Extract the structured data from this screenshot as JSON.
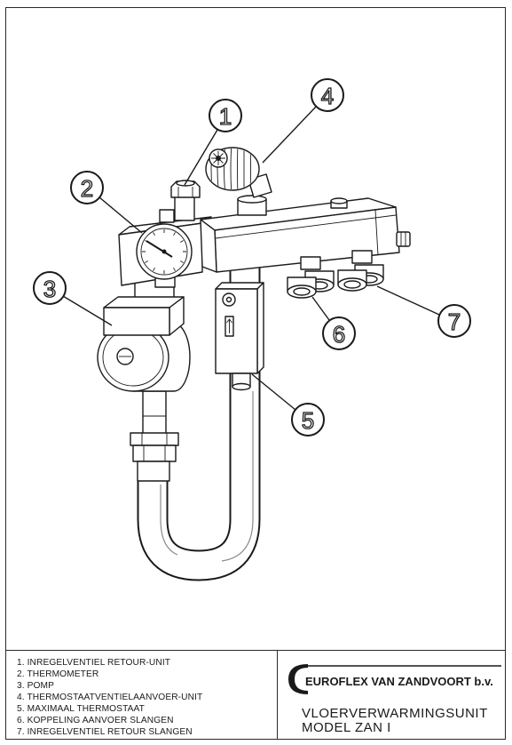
{
  "callouts": [
    {
      "label": "1"
    },
    {
      "label": "2"
    },
    {
      "label": "3"
    },
    {
      "label": "4"
    },
    {
      "label": "5"
    },
    {
      "label": "6"
    },
    {
      "label": "7"
    }
  ],
  "legend": [
    "1. INREGELVENTIEL RETOUR-UNIT",
    "2. THERMOMETER",
    "3. POMP",
    "4. THERMOSTAATVENTIELAANVOER-UNIT",
    "5. MAXIMAAL THERMOSTAAT",
    "6. KOPPELING AANVOER SLANGEN",
    "7. INREGELVENTIEL RETOUR SLANGEN"
  ],
  "title_block": {
    "company": "EUROFLEX VAN ZANDVOORT b.v.",
    "title_line1": "VLOERVERWARMINGSUNIT",
    "title_line2": "MODEL ZAN I"
  },
  "colors": {
    "ink": "#1a1a1a",
    "paper": "#ffffff"
  }
}
